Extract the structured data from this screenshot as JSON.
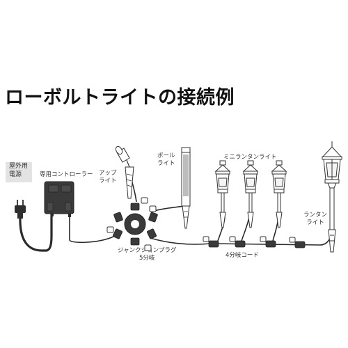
{
  "title": "ローボルトライトの接続例",
  "labels": {
    "outlet_line1": "屋外用",
    "outlet_line2": "電源",
    "controller": "専用コントローラー",
    "up_light_line1": "アップ",
    "up_light_line2": "ライト",
    "pole_light_line1": "ポール",
    "pole_light_line2": "ライト",
    "mini_lantern": "ミニランタンライト",
    "junction_line1": "ジャンクションプラグ",
    "junction_line2": "5分岐",
    "four_way_cord": "4分岐コード",
    "lantern_line1": "ランタン",
    "lantern_line2": "ライト"
  },
  "colors": {
    "line": "#2a2a2a",
    "device": "#3a3a3a",
    "pole_gray": "#bdbdbd",
    "label_bg": "#e3e3e3"
  }
}
